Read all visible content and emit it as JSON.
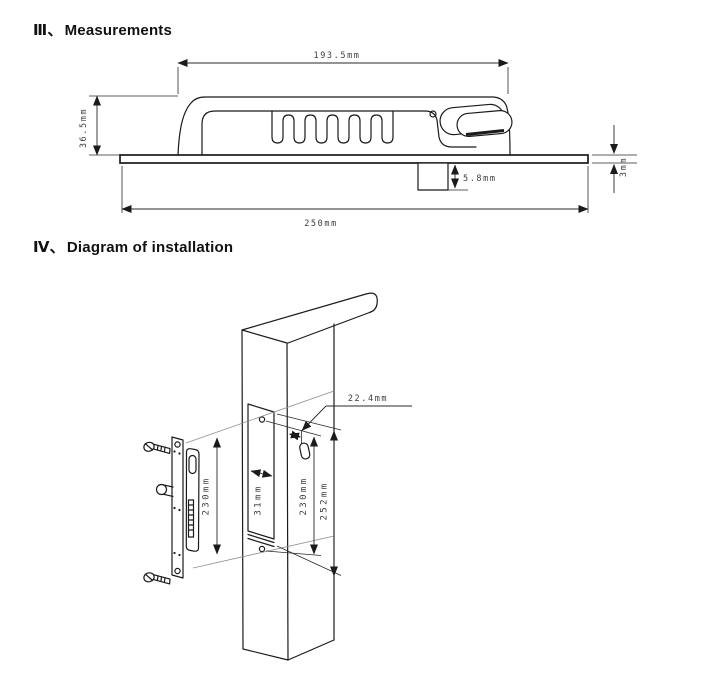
{
  "sections": {
    "measurements": {
      "numeral": "Ⅲ、",
      "title": "Measurements"
    },
    "installation": {
      "numeral": "Ⅳ、",
      "title": "Diagram of installation"
    }
  },
  "measurements_drawing": {
    "body_length": "193.5mm",
    "body_height": "36.5mm",
    "total_length": "250mm",
    "bolt_protrusion": "5.8mm",
    "plate_thickness": "3mm"
  },
  "installation_drawing": {
    "hole_offset": "22.4mm",
    "plate_hole_spacing": "230mm",
    "cutout_width": "31mm",
    "frame_hole_spacing": "230mm",
    "cutout_height": "252mm"
  },
  "colors": {
    "background": "#ffffff",
    "line": "#1b1b1b",
    "dimension_text": "#3d3d3d"
  }
}
